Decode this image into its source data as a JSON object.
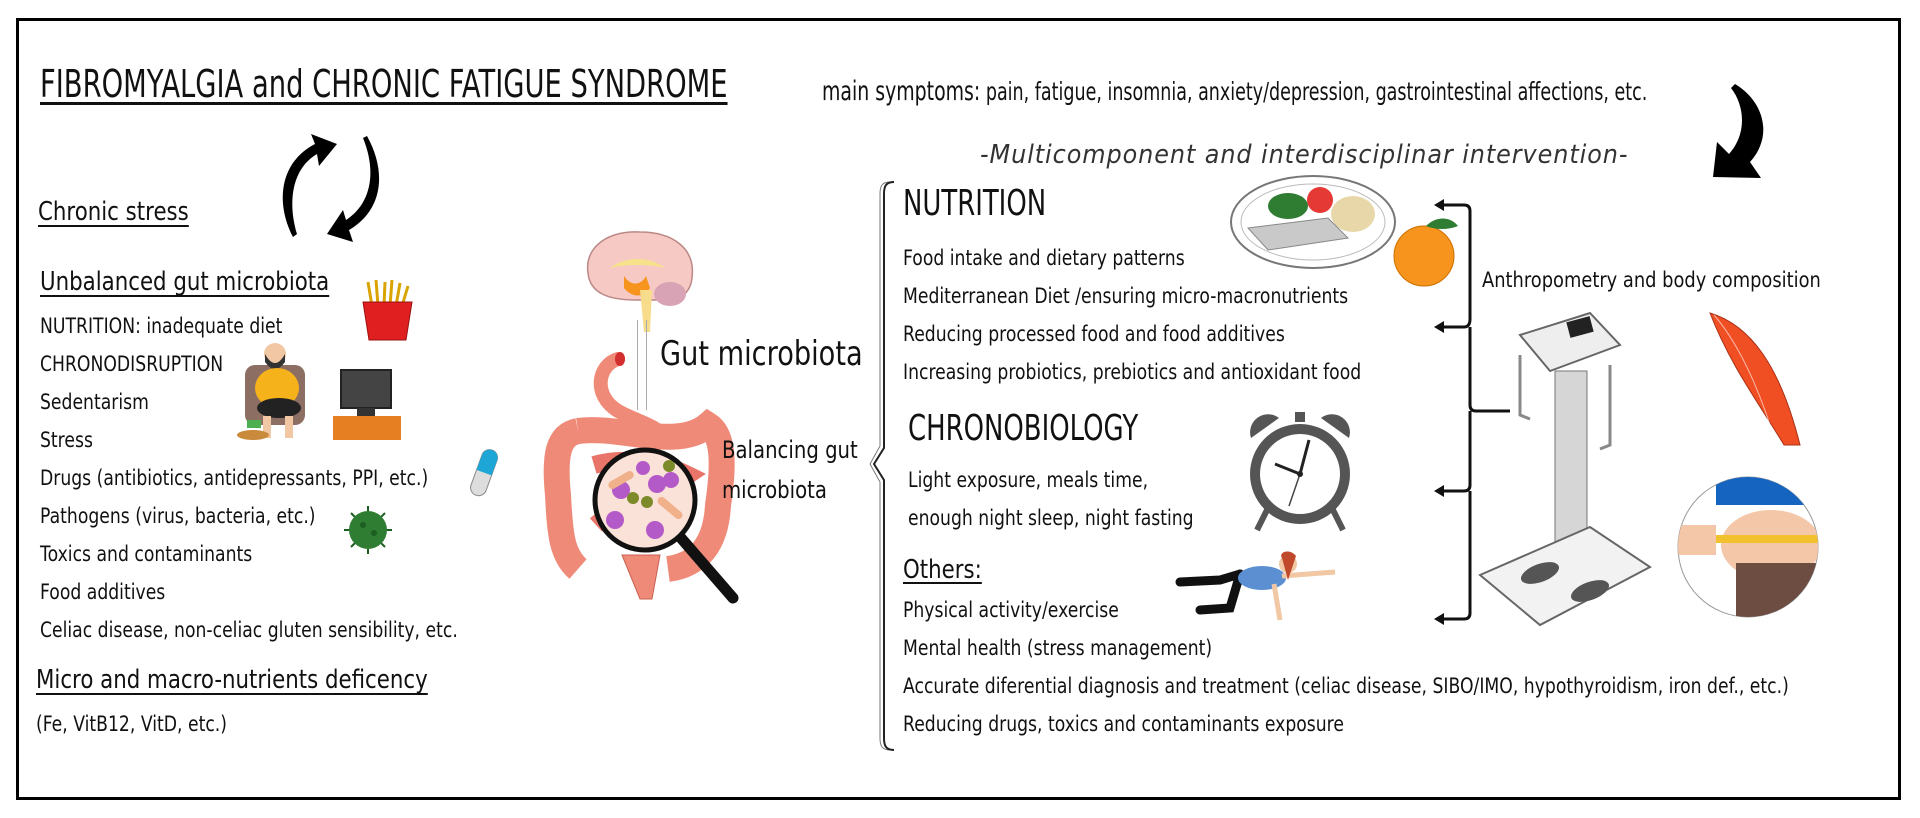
{
  "header": {
    "title": "FIBROMYALGIA and CHRONIC FATIGUE SYNDROME",
    "symptoms_label": "main symptoms:",
    "symptoms_list": "pain, fatigue, insomnia, anxiety/depression, gastrointestinal affections, etc."
  },
  "subtitle": "-Multicomponent and interdisciplinar intervention-",
  "left_panel": {
    "chronic_stress": "Chronic stress",
    "unbalanced_heading": "Unbalanced gut microbiota",
    "factors": [
      "NUTRITION: inadequate diet",
      "CHRONODISRUPTION",
      "Sedentarism",
      "Stress",
      "Drugs (antibiotics, antidepressants, PPI, etc.)",
      "Pathogens (virus, bacteria, etc.)",
      "Toxics and contaminants",
      "Food additives",
      "Celiac disease, non-celiac gluten sensibility, etc."
    ],
    "deficiency_heading": "Micro and macro-nutrients deficency",
    "deficiency_examples": "(Fe, VitB12, VitD, etc.)"
  },
  "center_panel": {
    "gut_label": "Gut microbiota",
    "balancing_label": "Balancing gut microbiota",
    "icons": [
      "brain-icon",
      "intestine-icon",
      "magnifier-microbes-icon"
    ]
  },
  "right_panel": {
    "nutrition": {
      "heading": "NUTRITION",
      "items": [
        "Food intake and dietary patterns",
        "Mediterranean Diet /ensuring micro-macronutrients",
        "Reducing processed food and food additives",
        "Increasing probiotics, prebiotics and antioxidant food"
      ]
    },
    "chronobiology": {
      "heading": "CHRONOBIOLOGY",
      "items": [
        "Light exposure, meals time,",
        "enough night sleep, night fasting"
      ]
    },
    "others": {
      "heading": "Others:",
      "items": [
        "Physical activity/exercise",
        "Mental health (stress management)",
        "Accurate diferential diagnosis and treatment (celiac disease, SIBO/IMO, hypothyroidism, iron def., etc.)",
        "Reducing drugs, toxics and contaminants exposure"
      ]
    },
    "anthropometry_label": "Anthropometry and  body composition"
  },
  "colors": {
    "border": "#000000",
    "intestine": "#f08a78",
    "brain": "#f6c9c4",
    "orange": "#f7941d",
    "fries_box": "#e02020",
    "muscle": "#f04e23",
    "microbe_purple": "#b45ac8",
    "virus_green": "#2e7d32"
  }
}
